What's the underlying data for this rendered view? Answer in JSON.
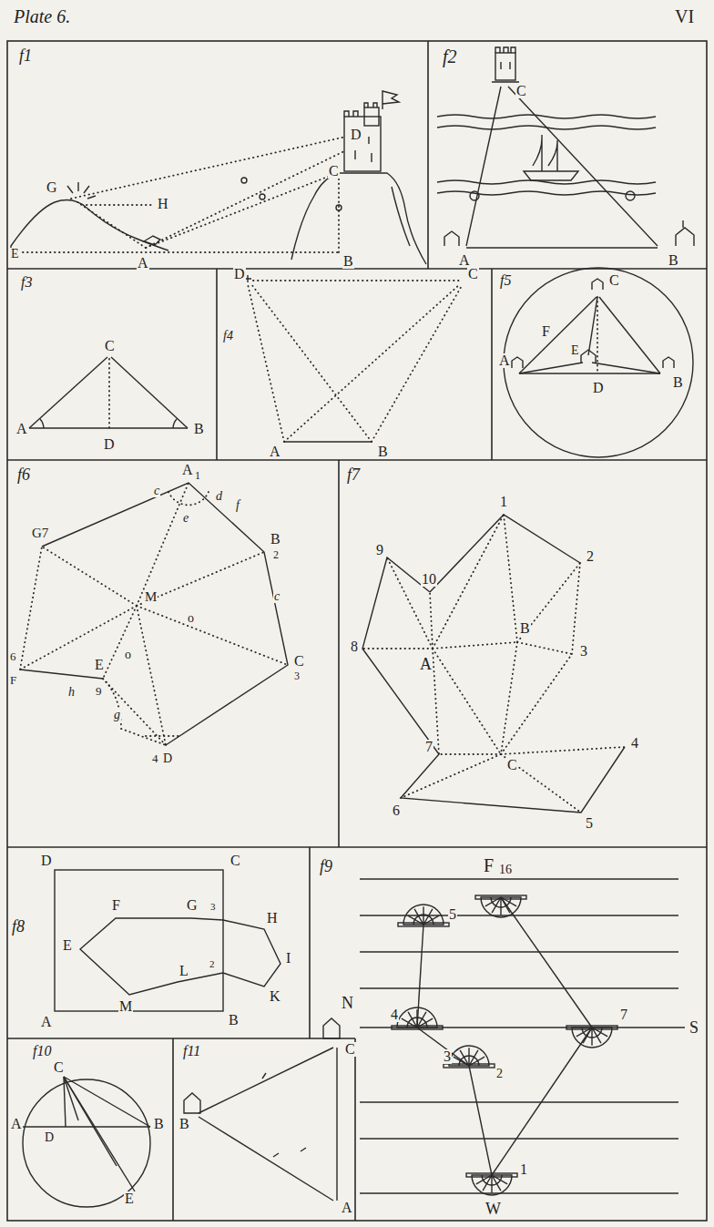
{
  "diagram": {
    "title": "Plate 6.",
    "labels": [
      "VI",
      "f1",
      "D",
      "C",
      "G",
      "H",
      "A",
      "B",
      "E",
      "f2",
      "C",
      "A",
      "B",
      "f3",
      "C",
      "A",
      "B",
      "D",
      "f4",
      "D",
      "C",
      "A",
      "B",
      "f5",
      "C",
      "F",
      "E",
      "A",
      "D",
      "B",
      "f6",
      "A",
      "1",
      "c",
      "d",
      "f",
      "e",
      "B",
      "2",
      "c",
      "G7",
      "M",
      "o",
      "o",
      "C",
      "3",
      "6",
      "F",
      "E",
      "h",
      "9",
      "g",
      "4",
      "D",
      "f7",
      "1",
      "2",
      "3",
      "4",
      "5",
      "6",
      "7",
      "8",
      "9",
      "10",
      "A",
      "B",
      "C",
      "f8",
      "D",
      "C",
      "A",
      "B",
      "E",
      "F",
      "G",
      "3",
      "H",
      "I",
      "K",
      "2",
      "L",
      "M",
      "f9",
      "F",
      "16",
      "5",
      "4",
      "3",
      "2",
      "7",
      "1",
      "N",
      "S",
      "W",
      "f10",
      "C",
      "A",
      "D",
      "B",
      "E",
      "f11",
      "B",
      "C",
      "A"
    ]
  }
}
